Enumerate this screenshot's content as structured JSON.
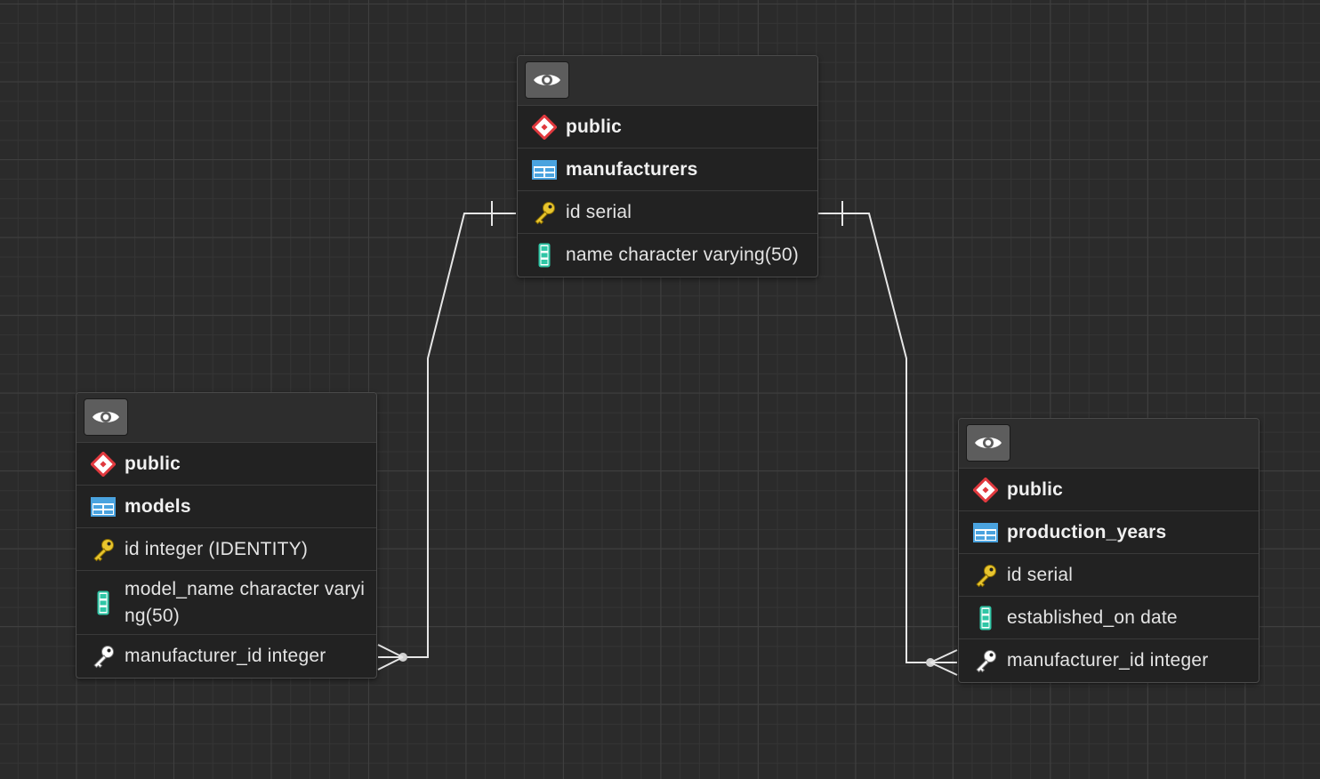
{
  "tables": [
    {
      "schema": "public",
      "name": "manufacturers",
      "columns": [
        {
          "text": "id serial",
          "icon": "primary-key-icon"
        },
        {
          "text": "name character varying(50)",
          "icon": "column-icon"
        }
      ]
    },
    {
      "schema": "public",
      "name": "models",
      "columns": [
        {
          "text": "id integer (IDENTITY)",
          "icon": "primary-key-icon"
        },
        {
          "text": "model_name character varying(50)",
          "icon": "column-icon"
        },
        {
          "text": "manufacturer_id integer",
          "icon": "foreign-key-icon"
        }
      ]
    },
    {
      "schema": "public",
      "name": "production_years",
      "columns": [
        {
          "text": "id serial",
          "icon": "primary-key-icon"
        },
        {
          "text": "established_on date",
          "icon": "column-icon"
        },
        {
          "text": "manufacturer_id integer",
          "icon": "foreign-key-icon"
        }
      ]
    }
  ],
  "relations": [
    {
      "from": "manufacturers.id",
      "to": "models.manufacturer_id",
      "cardinality": "one-to-many"
    },
    {
      "from": "manufacturers.id",
      "to": "production_years.manufacturer_id",
      "cardinality": "one-to-many"
    }
  ],
  "colors": {
    "background": "#2b2b2b",
    "schema_icon": "#e0393e",
    "table_icon": "#4aa3df",
    "key_icon": "#e8c52e",
    "column_icon": "#2fc6a6",
    "line": "#e6e6e6"
  }
}
